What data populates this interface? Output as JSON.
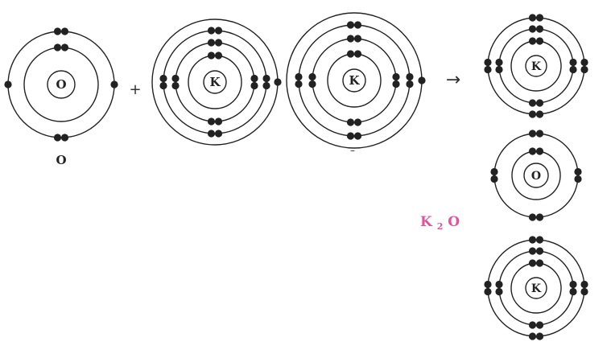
{
  "colors": {
    "ink": "#222222",
    "accent": "#e0559a"
  },
  "atoms": [
    {
      "id": "o-reactant",
      "symbol": "O",
      "shells": [
        2,
        6
      ]
    },
    {
      "id": "k-reactant-1",
      "symbol": "K",
      "shells": [
        2,
        8,
        8,
        1
      ]
    },
    {
      "id": "k-reactant-2",
      "symbol": "K",
      "shells": [
        2,
        8,
        8,
        1
      ]
    },
    {
      "id": "k-product-1",
      "symbol": "K",
      "shells": [
        2,
        8,
        8
      ]
    },
    {
      "id": "o-product",
      "symbol": "O",
      "shells": [
        2,
        8
      ]
    },
    {
      "id": "k-product-2",
      "symbol": "K",
      "shells": [
        2,
        8,
        8
      ]
    }
  ],
  "labels": {
    "oxygen_caption": "O",
    "plus": "+",
    "arrow": "→",
    "dash": "–",
    "product_formula": {
      "base": "K",
      "subscript": "2",
      "tail": "O"
    }
  }
}
